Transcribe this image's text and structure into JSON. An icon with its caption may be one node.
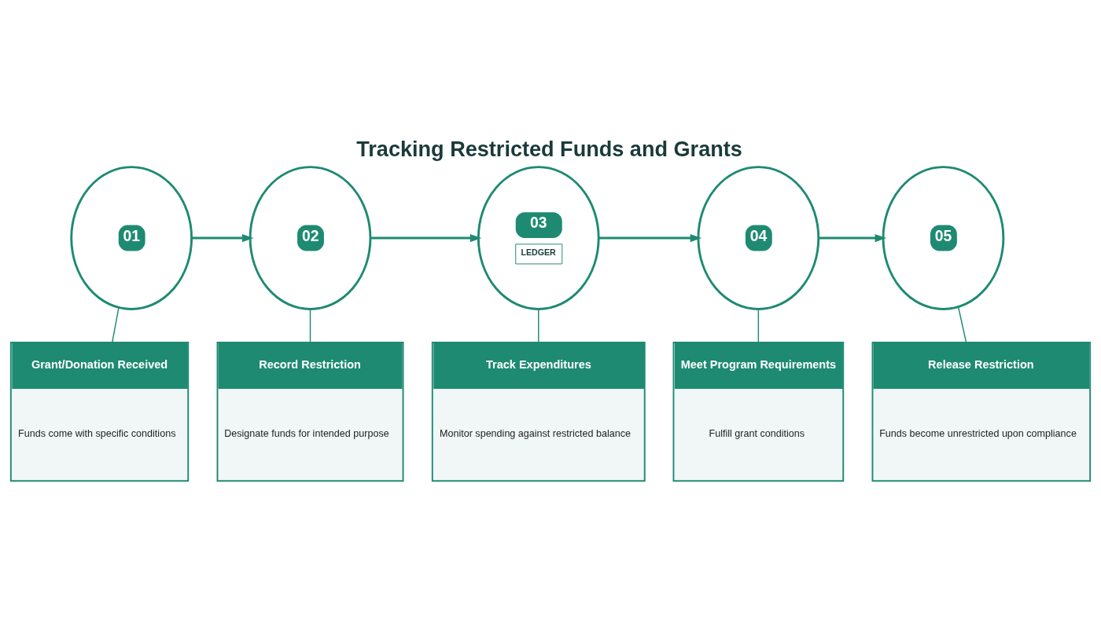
{
  "diagram": {
    "title": "Tracking Restricted Funds and Grants",
    "nodes": [
      {
        "text": [
          "01"
        ]
      },
      {
        "text": [
          "02"
        ]
      },
      {
        "text": [
          "03",
          "LEDGER"
        ]
      },
      {
        "text": [
          "04"
        ]
      },
      {
        "text": [
          "05"
        ]
      },
      {
        "text": [
          "Grant/Donation Received",
          "Funds come with specific conditions"
        ]
      },
      {
        "text": [
          "Record Restriction",
          "Designate funds for intended purpose"
        ]
      },
      {
        "text": [
          "Track Expenditures",
          "Monitor spending against restricted balance"
        ]
      },
      {
        "text": [
          "Meet Program Requirements",
          "Fulfill grant conditions"
        ]
      },
      {
        "text": [
          "Release Restriction",
          "Funds become unrestricted upon compliance"
        ]
      }
    ],
    "edges": [
      {
        "from": 0,
        "to": 1,
        "arrow": "to"
      },
      {
        "from": 1,
        "to": 2,
        "arrow": "to"
      },
      {
        "from": 2,
        "to": 3,
        "arrow": "to"
      },
      {
        "from": 3,
        "to": 4,
        "arrow": "to"
      },
      {
        "from": 0,
        "to": 5,
        "arrow": "none"
      },
      {
        "from": 1,
        "to": 6,
        "arrow": "none"
      },
      {
        "from": 2,
        "to": 7,
        "arrow": "none"
      },
      {
        "from": 3,
        "to": 8,
        "arrow": "none"
      },
      {
        "from": 4,
        "to": 9,
        "arrow": "none"
      }
    ]
  }
}
